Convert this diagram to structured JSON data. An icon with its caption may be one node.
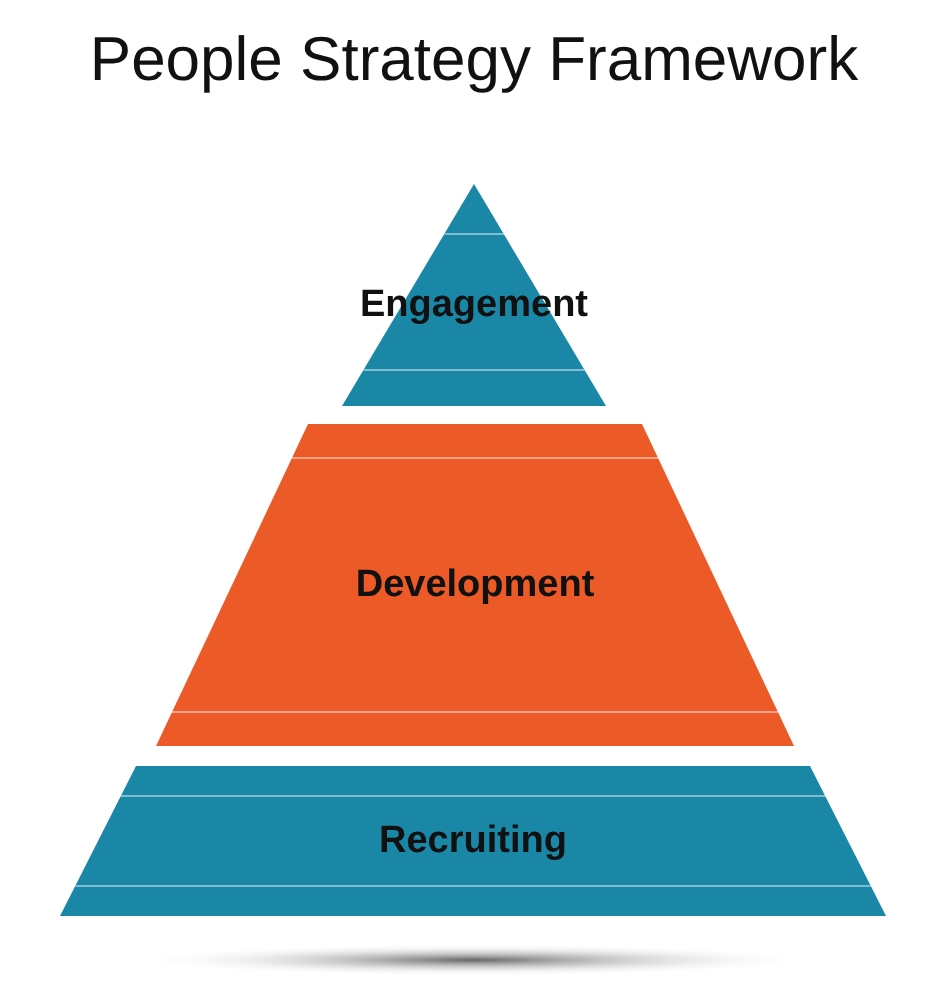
{
  "diagram": {
    "title": "People Strategy Framework",
    "nodes": [
      {
        "text": [
          "Engagement"
        ]
      },
      {
        "text": [
          "Development"
        ]
      },
      {
        "text": [
          "Recruiting"
        ]
      }
    ]
  }
}
